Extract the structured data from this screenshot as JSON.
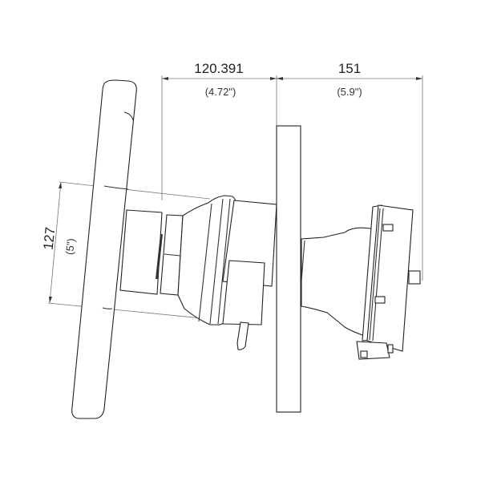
{
  "drawing": {
    "title": "Steering wheel mount dimension drawing",
    "dimensions": {
      "depth_front": {
        "value": "120.391",
        "imperial": "(4.72\")"
      },
      "depth_rear": {
        "value": "151",
        "imperial": "(5.9\")"
      },
      "hub_height": {
        "value": "127",
        "imperial": "(5\")"
      }
    },
    "components": [
      "steering-wheel",
      "hub-adapter",
      "quick-release",
      "mounting-plate",
      "wheel-base-motor"
    ],
    "colors": {
      "line": "#222222",
      "dimension_line": "#777777",
      "background": "#ffffff"
    }
  }
}
